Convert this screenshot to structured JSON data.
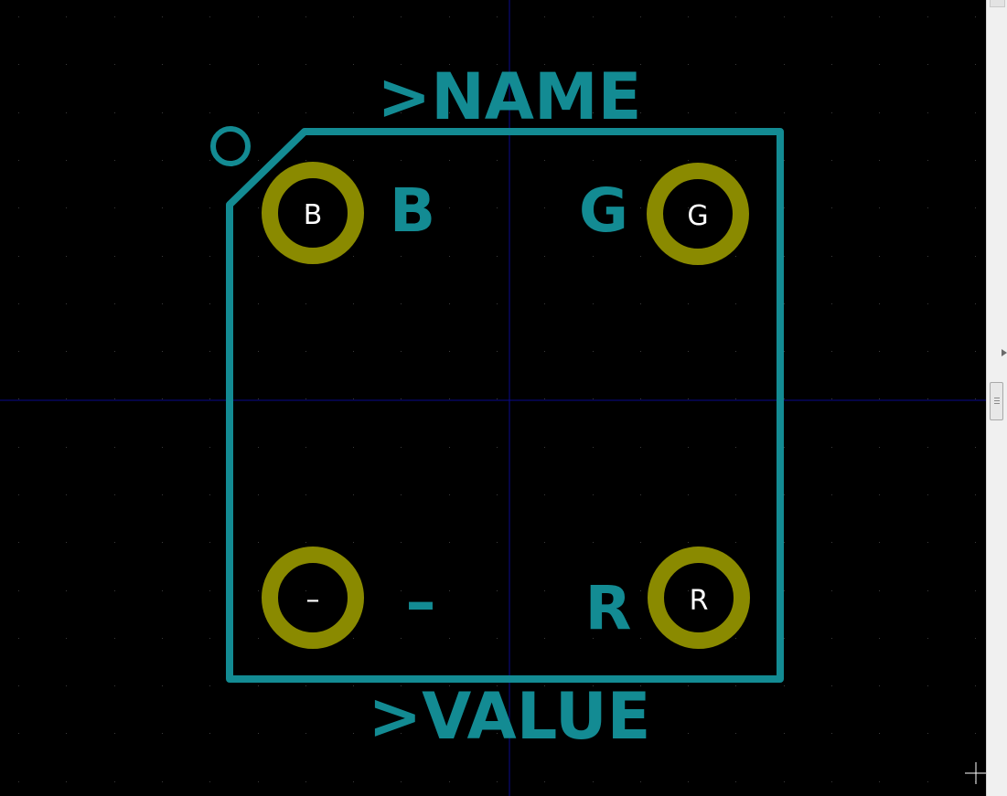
{
  "footprint": {
    "name_label": ">NAME",
    "value_label": ">VALUE",
    "silk_labels": {
      "b": "B",
      "g": "G",
      "minus": "–",
      "r": "R"
    },
    "pads": [
      {
        "number": "B"
      },
      {
        "number": "G"
      },
      {
        "number": "–"
      },
      {
        "number": "R"
      }
    ]
  },
  "colors": {
    "background": "#000000",
    "silkscreen": "#138b93",
    "pad_ring": "#8a8a00",
    "pad_text": "#ffffff",
    "crosshair": "#0a0a8c",
    "grid_dot": "#3a3a3a"
  },
  "icons": [
    "cursor-crosshair-icon"
  ],
  "scrollbar": {
    "orientation": "vertical"
  }
}
